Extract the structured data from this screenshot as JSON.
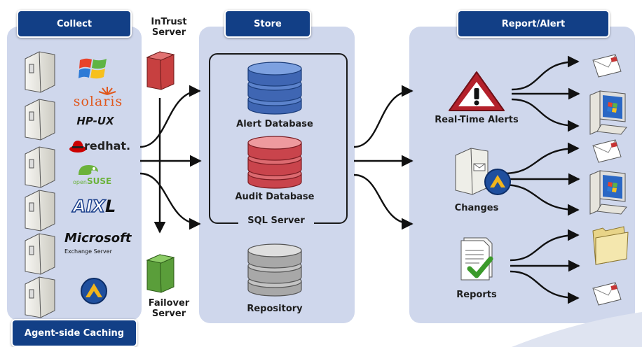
{
  "headers": {
    "collect": "Collect",
    "store": "Store",
    "report": "Report/Alert"
  },
  "intrust": {
    "line1": "InTrust",
    "line2": "Server"
  },
  "failover": {
    "line1": "Failover",
    "line2": "Server"
  },
  "platforms": {
    "solaris": "solaris",
    "hpux": "HP-UX",
    "redhat": "redhat.",
    "suse": "SUSE",
    "suse_prefix": "open",
    "aix": "AIX",
    "aix_suffix": "L",
    "microsoft": "Microsoft",
    "exchange": "Exchange Server"
  },
  "store": {
    "alert_db": "Alert Database",
    "audit_db": "Audit Database",
    "sql_server": "SQL Server",
    "repository": "Repository"
  },
  "report": {
    "realtime": "Real-Time Alerts",
    "changes": "Changes",
    "reports": "Reports"
  },
  "agent_caching": "Agent-side Caching",
  "colors": {
    "header": "#123f86",
    "panel": "#cfd7ec",
    "alert_db": "#3f66b3",
    "audit_db": "#c9444c",
    "repo": "#a8a8a8"
  }
}
